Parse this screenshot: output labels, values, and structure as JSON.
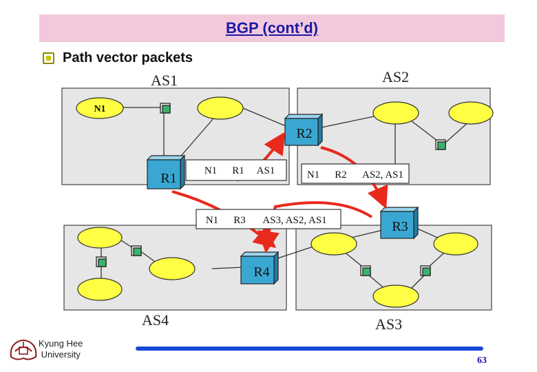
{
  "title": "BGP (cont’d)",
  "bullet": "Path vector packets",
  "as_labels": {
    "as1": "AS1",
    "as2": "AS2",
    "as3": "AS3",
    "as4": "AS4"
  },
  "networks": {
    "n1": "N1"
  },
  "routers": {
    "r1": "R1",
    "r2": "R2",
    "r3": "R3",
    "r4": "R4"
  },
  "packets": {
    "p1": {
      "net": "N1",
      "router": "R1",
      "path": "AS1"
    },
    "p2": {
      "net": "N1",
      "router": "R2",
      "path": "AS2, AS1"
    },
    "p3": {
      "net": "N1",
      "router": "R3",
      "path": "AS3, AS2, AS1"
    }
  },
  "footer": {
    "university_line1": "Kyung Hee",
    "university_line2": "University",
    "page": "63"
  },
  "colors": {
    "as_fill": "#e6e6e6",
    "network_fill": "#ffff44",
    "router_fill": "#3aa7d3",
    "arrow": "#e8291c",
    "title_bg": "#f2c8dc",
    "title_text": "#1a1aa6",
    "footer_line": "#1b48d6"
  }
}
